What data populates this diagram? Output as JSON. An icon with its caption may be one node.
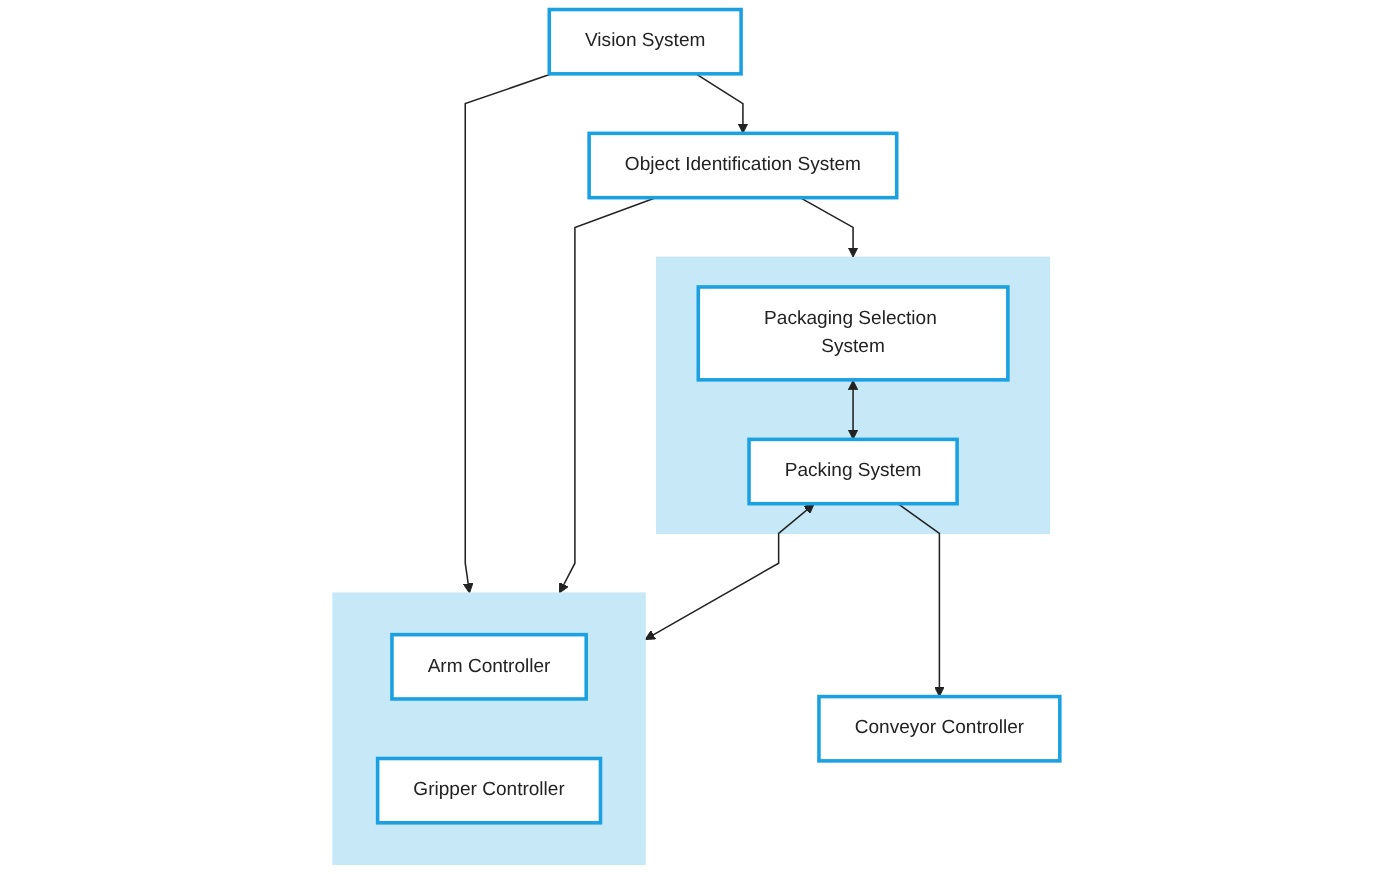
{
  "diagram": {
    "nodes": [
      {
        "text": [
          "Vision System"
        ]
      },
      {
        "text": [
          "Object Identification System"
        ]
      },
      {
        "text": [],
        "shape": "box"
      },
      {
        "text": [
          "Arm Controller"
        ],
        "in": 2
      },
      {
        "text": [
          "Gripper Controller"
        ],
        "in": 2
      },
      {
        "text": [],
        "shape": "box"
      },
      {
        "text": [
          "Packaging Selection System"
        ],
        "in": 5
      },
      {
        "text": [
          "Packing System"
        ],
        "in": 5
      },
      {
        "text": [
          "Conveyor Controller"
        ]
      }
    ],
    "edges": [
      {
        "from": 0,
        "to": 1,
        "arrow": "to"
      },
      {
        "from": 0,
        "to": 2,
        "arrow": "to"
      },
      {
        "from": 1,
        "to": 2,
        "arrow": "to"
      },
      {
        "from": 1,
        "to": 5,
        "arrow": "to"
      },
      {
        "from": 6,
        "to": 7,
        "arrow": "both"
      },
      {
        "from": 7,
        "to": 2,
        "arrow": "both"
      },
      {
        "from": 7,
        "to": 8,
        "arrow": "to"
      }
    ]
  }
}
